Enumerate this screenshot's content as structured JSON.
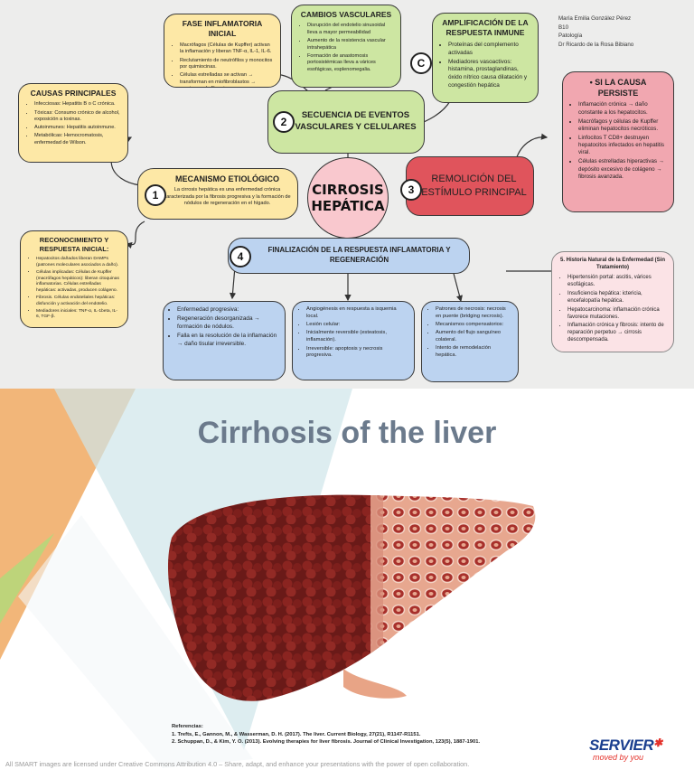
{
  "author": {
    "name": "María Emilia González Pérez",
    "group": "B10",
    "subject": "Patología",
    "teacher": "Dr Ricardo de la Rosa Bibiano"
  },
  "center": {
    "line1": "CIRROSIS",
    "line2": "HEPÁTICA"
  },
  "steps": {
    "s1": {
      "number": "1",
      "title": "MECANISMO ETIOLÓGICO",
      "text": "La cirrosis hepática es una enfermedad crónica caracterizada por la fibrosis progresiva y la formación de nódulos de regeneración en el hígado."
    },
    "s2": {
      "number": "2",
      "title": "SECUENCIA DE EVENTOS VASCULARES Y CELULARES"
    },
    "s3": {
      "number": "3",
      "title": "REMOLICIÓN DEL ESTÍMULO PRINCIPAL"
    },
    "s4": {
      "number": "4",
      "title": "FINALIZACIÓN DE LA RESPUESTA INFLAMATORIA Y REGENERACIÓN"
    },
    "sc": {
      "letter": "C"
    }
  },
  "causas": {
    "title": "CAUSAS PRINCIPALES",
    "items": [
      "Infecciosas: Hepatitis B o C crónica.",
      "Tóxicas: Consumo crónico de alcohol, exposición a toxinas.",
      "Autoinmunes: Hepatitis autoinmune.",
      "Metabólicas: Hemocromatosis, enfermedad de Wilson."
    ]
  },
  "reconocimiento": {
    "title": "RECONOCIMIENTO Y RESPUESTA INICIAL:",
    "items": [
      "Hepatocitos dañados liberan DAMPs (patrones moleculares asociados a daño).",
      "Células implicadas: Células de Kupffer (macrófagos hepáticos): liberan citoquinas inflamatorias. Células estrelladas hepáticas: activadas, producen colágeno.",
      "Fibrosis. Células endoteliales hepáticas: disfunción y activación del endotelio.",
      "Mediadores iniciales: TNF-α, IL-1beta, IL-6, TGF-β."
    ]
  },
  "fase": {
    "title": "FASE INFLAMATORIA INICIAL",
    "items": [
      "Macrófagos (Células de Kupffer) activan la inflamación y liberan TNF-α, IL-1, IL-6.",
      "Reclutamiento de neutrófilos y monocitos por quimiocinas.",
      "Células estrelladas se activan → transforman en miofibroblastos → comienzan la fibrosis."
    ]
  },
  "cambios": {
    "title": "CAMBIOS VASCULARES",
    "items": [
      "Disrupción del endotelio sinusoidal lleva a mayor permeabilidad",
      "Aumento de la resistencia vascular intrahepática",
      "Formación de anastomosis portosistémicas lleva a várices esofágicas, esplenomegalia."
    ]
  },
  "amplificacion": {
    "title": "AMPLIFICACIÓN DE LA RESPUESTA INMUNE",
    "items": [
      "Proteínas del complemento activadas",
      "Mediadores vasoactivos: histamina, prostaglandinas, óxido nítrico causa dilatación y congestión hepática"
    ]
  },
  "persiste": {
    "title": "SI LA CAUSA PERSISTE",
    "items": [
      "Inflamación crónica → daño constante a los hepatocitos.",
      "Macrófagos y células de Kupffer eliminan hepatocitos necróticos.",
      "Linfocitos T CD8+ destruyen hepatocitos infectados en hepatitis viral.",
      "Células estrelladas hiperactivas → depósito excesivo de colágeno → fibrosis avanzada."
    ]
  },
  "historia": {
    "title": "5. Historia Natural de la Enfermedad (Sin Tratamiento)",
    "items": [
      "Hipertensión portal: ascitis, várices esofágicas.",
      "Insuficiencia hepática: ictericia, encefalopatía hepática.",
      "Hepatocarcinoma: inflamación crónica favorece mutaciones.",
      "Inflamación crónica y fibrosis: intento de reparación perpetuo → cirrosis descompensada."
    ]
  },
  "final": {
    "b1": [
      "Enfermedad progresiva:",
      "Regeneración desorganizada → formación de nódulos.",
      "Falla en la resolución de la inflamación → daño tisular irreversible."
    ],
    "b2": [
      "Angiogénesis en respuesta a isquemia local.",
      "Lesión celular:",
      "Inicialmente reversible (esteatosis, inflamación).",
      "Irreversible: apoptosis y necrosis progresiva."
    ],
    "b3": [
      "Patrones de necrosis: necrosis en puente (bridging necrosis).",
      "Mecanismos compensatorios:",
      "Aumento del flujo sanguíneo colateral.",
      "Intento de remodelación hepática."
    ]
  },
  "slide": {
    "title": "Cirrhosis of the liver",
    "refs_title": "Referencias:",
    "refs": [
      "1. Trefts, E., Gannon, M., & Wasserman, D. H. (2017). The liver. Current Biology, 27(21), R1147-R1151.",
      "2. Schuppan, D., & Kim, Y. O. (2013). Evolving therapies for liver fibrosis. Journal of Clinical Investigation, 123(5), 1887-1901."
    ],
    "license": "All SMART images are licensed under Creative Commons Attribution 4.0 – Share, adapt, and enhance your presentations with the power of open collaboration.",
    "brand": "SERVIER",
    "tagline": "moved by you",
    "colors": {
      "title": "#6b7a8c",
      "brand": "#1b3f8f",
      "liver": "#7d1f1c",
      "fibrotic": "#c98677"
    }
  }
}
